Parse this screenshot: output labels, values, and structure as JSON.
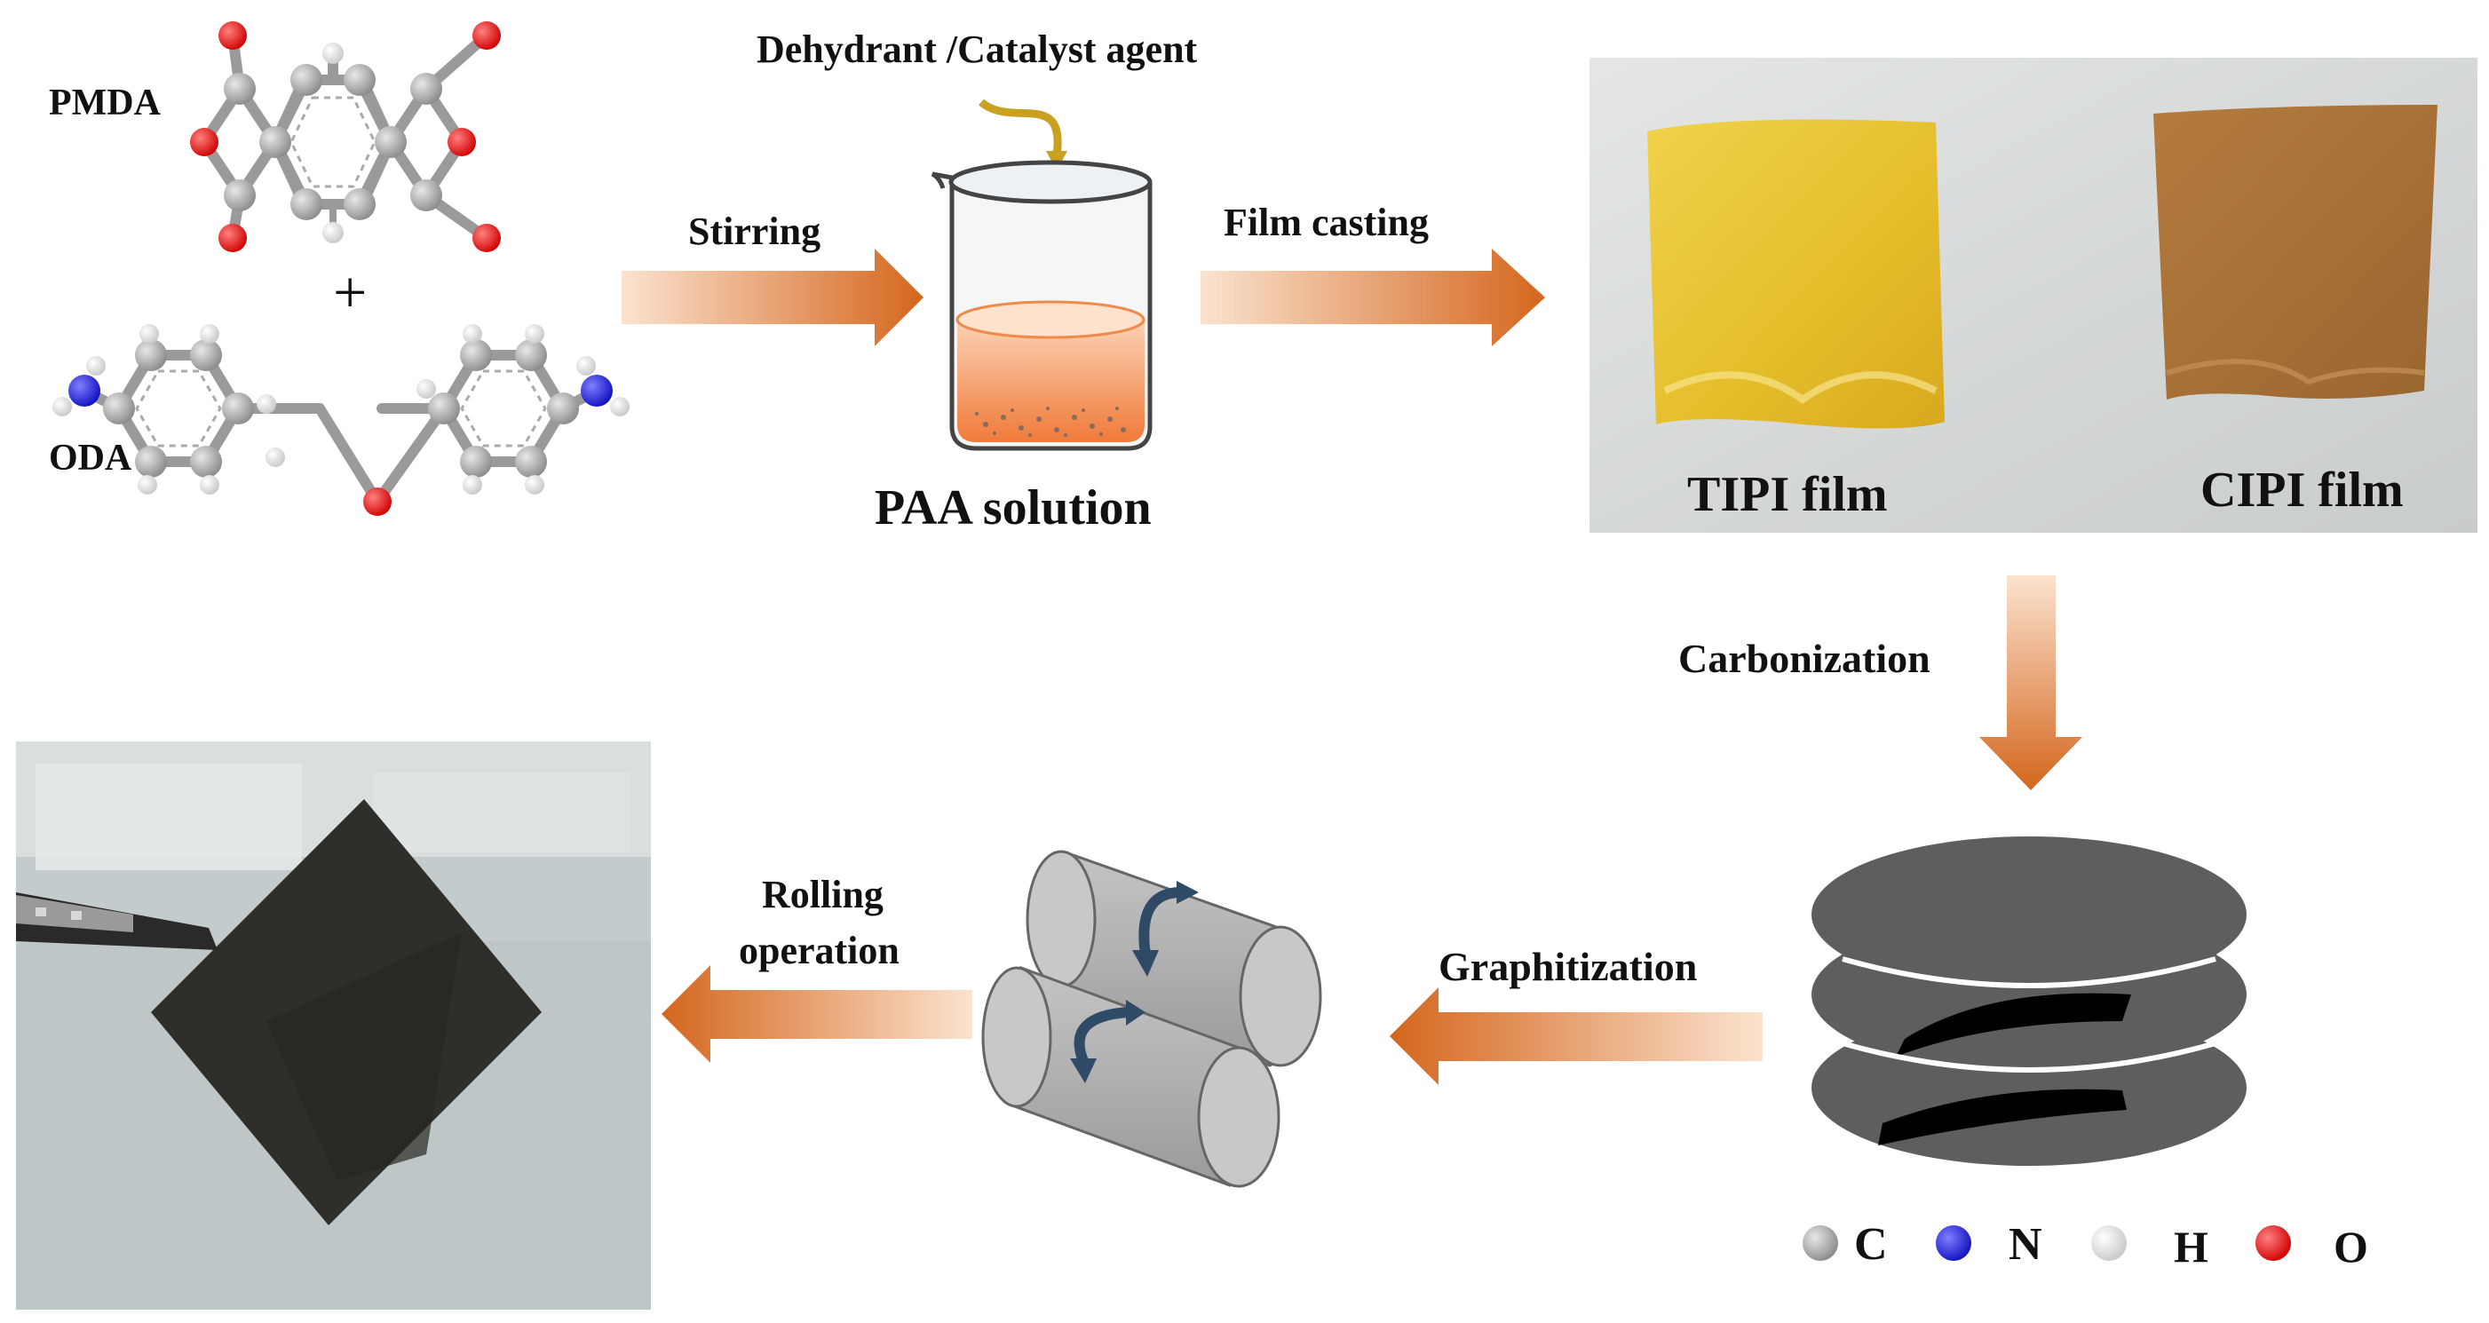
{
  "molecules": {
    "pmda_label": "PMDA",
    "plus": "+",
    "oda_label": "ODA"
  },
  "steps": {
    "dehydrant": "Dehydrant /Catalyst agent",
    "stirring": "Stirring",
    "paa_solution": "PAA solution",
    "film_casting": "Film casting",
    "carbonization": "Carbonization",
    "graphitization": "Graphitization",
    "rolling_line1": "Rolling",
    "rolling_line2": "operation"
  },
  "films": {
    "tipi": "TIPI film",
    "cipi": "CIPI film"
  },
  "legend": [
    {
      "symbol": "C",
      "color": "#a0a0a0",
      "icon": "carbon-atom-icon"
    },
    {
      "symbol": "N",
      "color": "#2a2ad6",
      "icon": "nitrogen-atom-icon"
    },
    {
      "symbol": "H",
      "color": "#e6e6e6",
      "icon": "hydrogen-atom-icon"
    },
    {
      "symbol": "O",
      "color": "#e02020",
      "icon": "oxygen-atom-icon"
    }
  ],
  "colors": {
    "arrow": "#d9732a",
    "tipi_film": "#e8c63a",
    "cipi_film": "#b07a3c",
    "graphite": "#5c5c5c"
  }
}
